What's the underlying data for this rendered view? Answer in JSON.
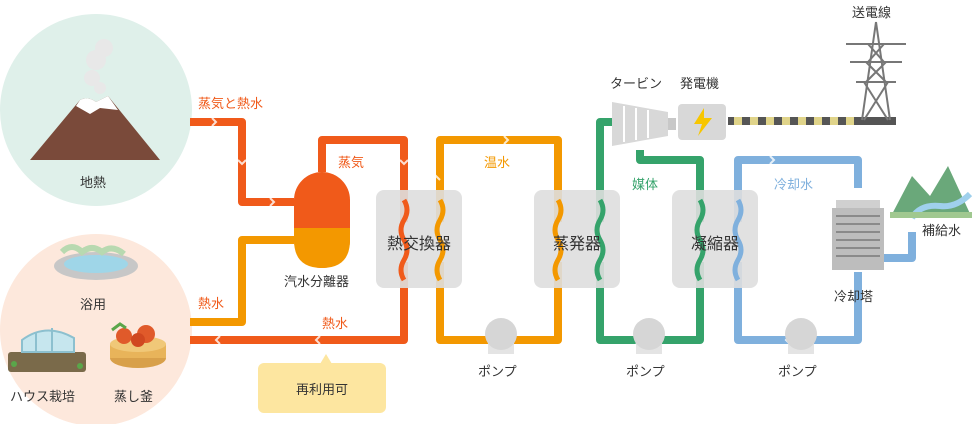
{
  "sources": {
    "geothermal": "地熱",
    "bath": "浴用",
    "greenhouse": "ハウス栽培",
    "steamer": "蒸し釜"
  },
  "flows": {
    "steam_and_hot_water": "蒸気と熱水",
    "steam": "蒸気",
    "hot_water_in": "熱水",
    "hot_water_out": "熱水",
    "warm_water": "温水",
    "medium": "媒体",
    "cooling_water": "冷却水"
  },
  "components": {
    "separator": "汽水分離器",
    "heat_exchanger": "熱交換器",
    "evaporator": "蒸発器",
    "condenser": "凝縮器",
    "turbine": "タービン",
    "generator": "発電機",
    "transmission": "送電線",
    "cooling_tower": "冷却塔",
    "makeup_water": "補給水",
    "pump_1": "ポンプ",
    "pump_2": "ポンプ",
    "pump_3": "ポンプ"
  },
  "note": "再利用可",
  "colors": {
    "hot_water": "#f05a1a",
    "warm_water": "#f39800",
    "medium": "#35a36b",
    "cooling": "#7fb0dd"
  }
}
